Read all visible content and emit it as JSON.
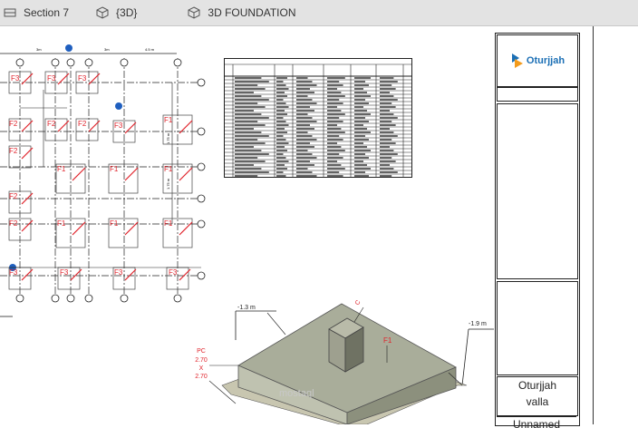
{
  "tabs": [
    {
      "label": "Section 7",
      "icon": "section-view-icon"
    },
    {
      "label": "{3D}",
      "icon": "3d-view-icon"
    },
    {
      "label": "3D FOUNDATION",
      "icon": "3d-view-icon"
    }
  ],
  "plan": {
    "footing_tags": [
      "F3",
      "F3",
      "F3",
      "F2",
      "F2",
      "F2",
      "F3",
      "F1",
      "F2",
      "F1",
      "F1",
      "F1",
      "F2",
      "F2",
      "F1",
      "F1",
      "F1",
      "F3",
      "F3",
      "F3",
      "F3"
    ]
  },
  "detail": {
    "level_left": "-1.3 m",
    "level_right": "-1.9 m",
    "footing_tag": "F1",
    "pedestal_tag": "C",
    "footing_size": [
      "PC",
      "2.70",
      "X",
      "2.70"
    ]
  },
  "title_block": {
    "company_logo": "Oturjjah",
    "project_line1": "Oturjjah",
    "project_line2": "valla",
    "project_line3": "Unnamed"
  },
  "watermark": "mostaql",
  "colors": {
    "tag_red": "#e0242c",
    "grid_blue": "#1f5fbf",
    "concrete": "#a9ad9a"
  }
}
